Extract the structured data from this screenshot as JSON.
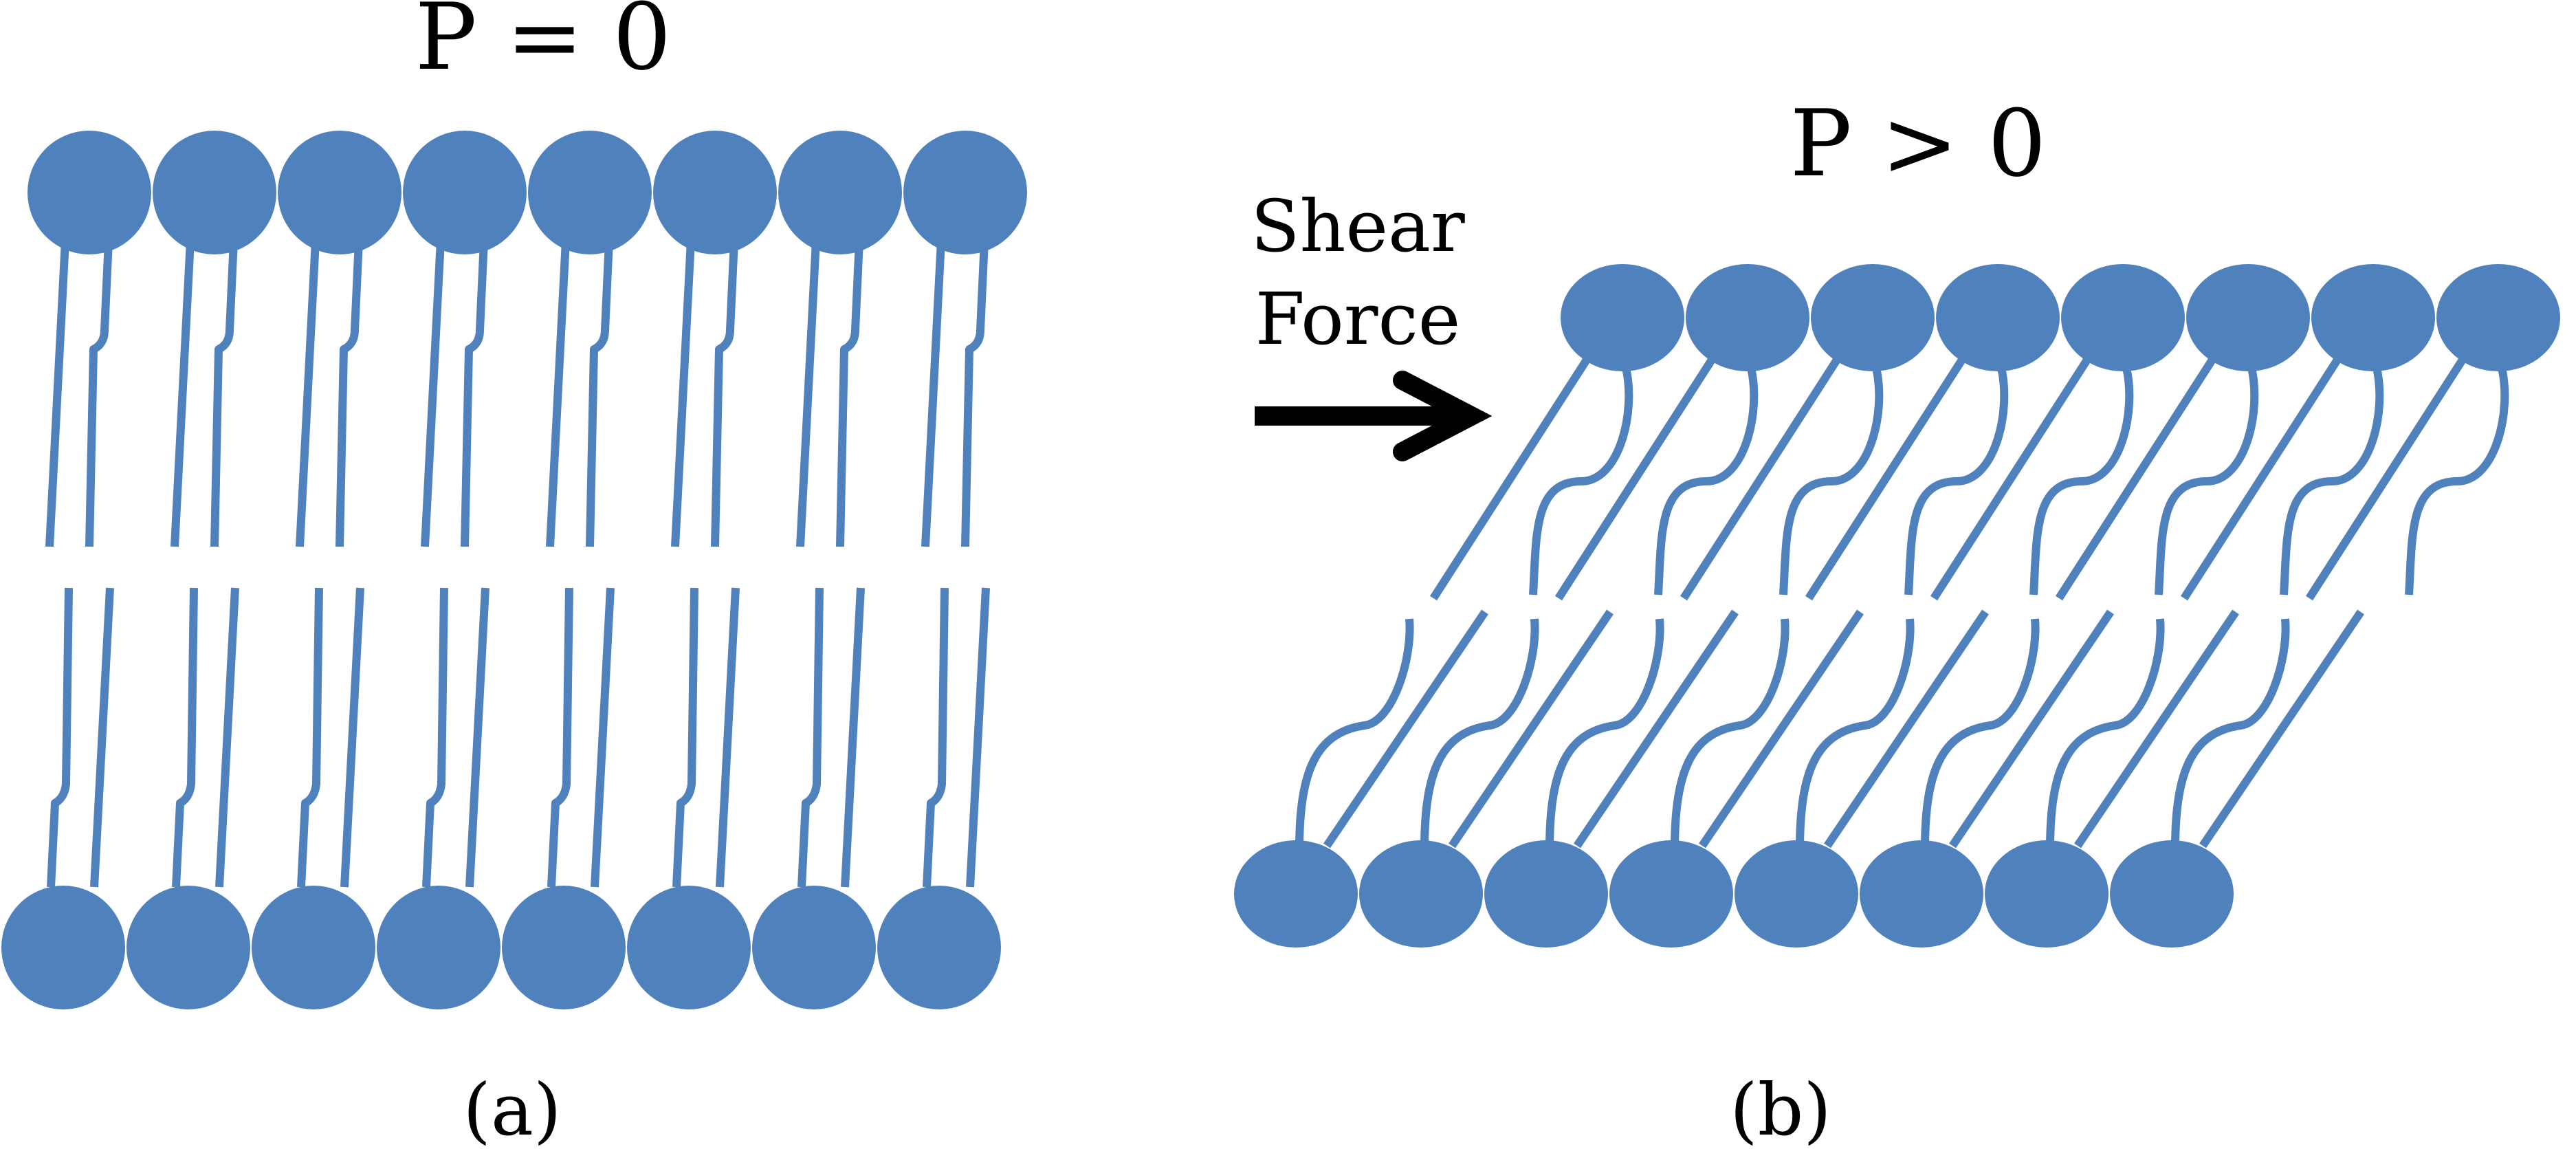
{
  "panels": {
    "a": {
      "title": "P = 0",
      "caption": "(a)"
    },
    "b": {
      "title": "P > 0",
      "caption": "(b)",
      "force_label_line1": "Shear",
      "force_label_line2": "Force"
    }
  },
  "colors": {
    "lipid": "#4f81bd",
    "arrow": "#000000",
    "text": "#000000",
    "background": "#ffffff"
  },
  "lipids_per_leaflet": 8,
  "icons": {
    "arrow": "shear-force-arrow-icon"
  }
}
